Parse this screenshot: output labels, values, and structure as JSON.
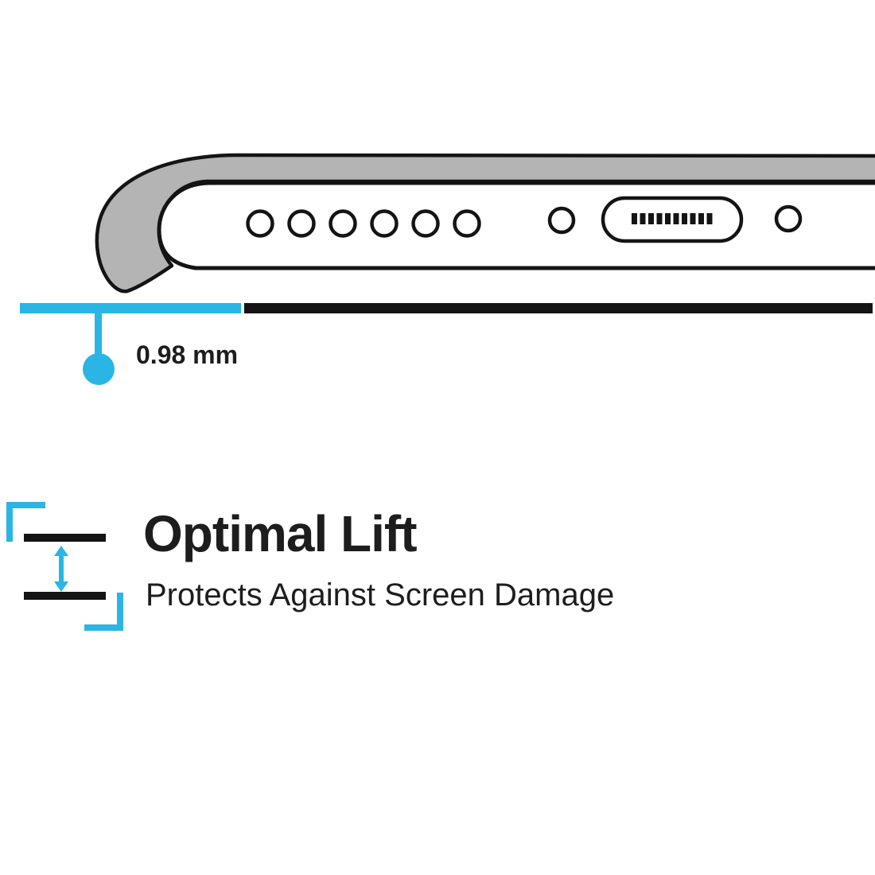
{
  "measurement": {
    "value": "0.98 mm"
  },
  "feature": {
    "title": "Optimal Lift",
    "subtitle": "Protects Against Screen Damage"
  },
  "illustration": {
    "speaker_hole_count": 6,
    "port_pin_count": 10
  },
  "icons": [
    "lift-gap-icon",
    "up-down-arrow-icon",
    "speaker-holes",
    "charging-port-icon",
    "screw-hole-icon"
  ],
  "colors": {
    "accent": "#2ab5e4",
    "ink": "#141414",
    "text": "#1d1d1d",
    "case_gray": "#b4b4b4"
  }
}
